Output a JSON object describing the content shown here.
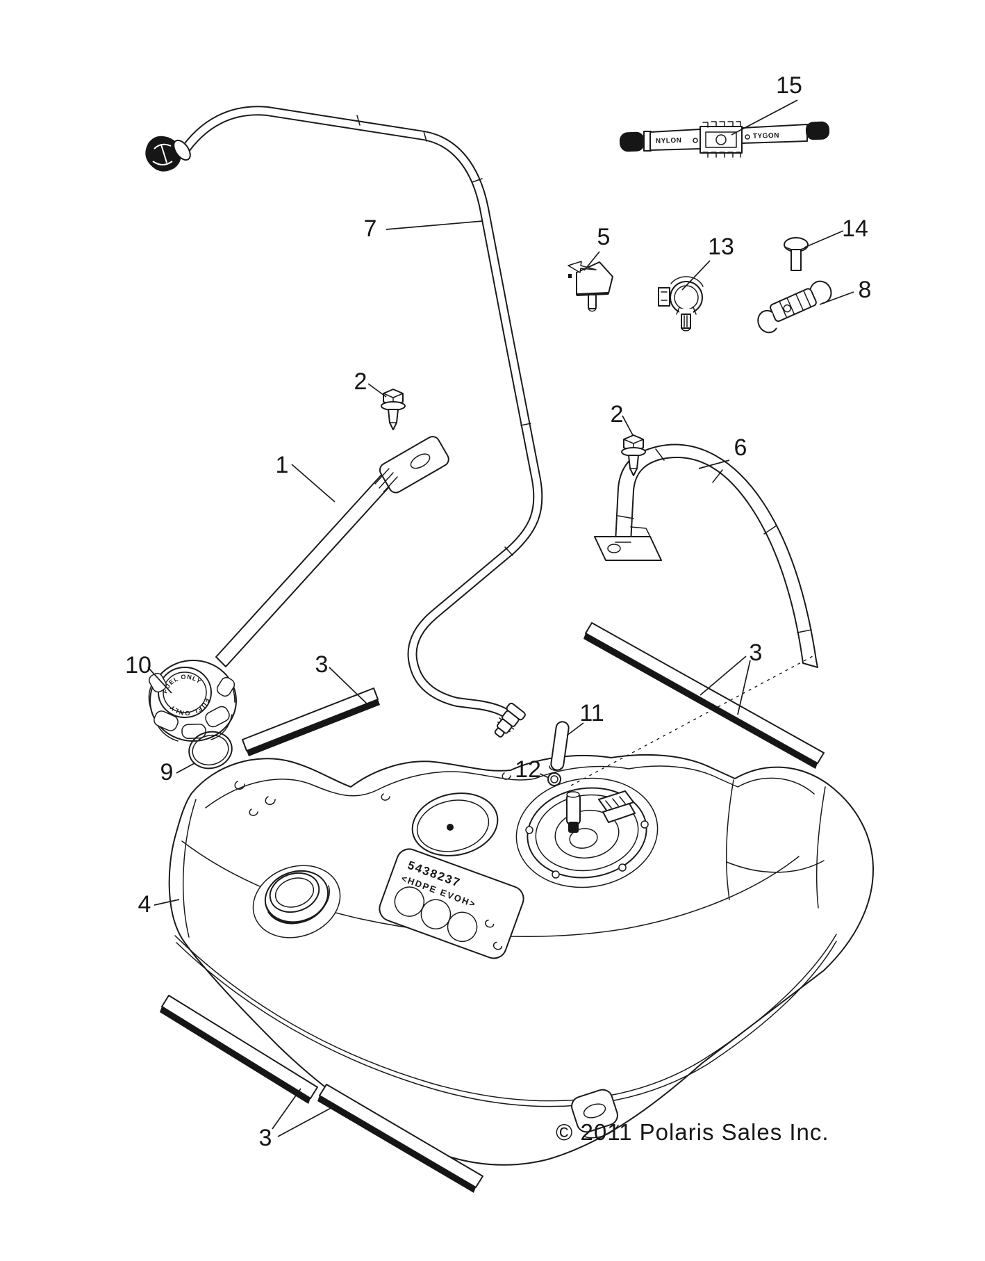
{
  "image_type": "exploded-parts-diagram",
  "copyright": "© 2011 Polaris Sales Inc.",
  "colors": {
    "line": "#1a1a1a",
    "background": "#ffffff"
  },
  "callouts": {
    "c1": "1",
    "c2a": "2",
    "c2b": "2",
    "c3a": "3",
    "c3b": "3",
    "c3c": "3",
    "c4": "4",
    "c5": "5",
    "c6": "6",
    "c7": "7",
    "c8": "8",
    "c9": "9",
    "c10": "10",
    "c11": "11",
    "c12": "12",
    "c13": "13",
    "c14": "14",
    "c15": "15"
  },
  "part_markings": {
    "tank_mold_number": "5438237",
    "tank_mold_material": "<HDPE EVOH>",
    "cap_text": "FUEL ONLY",
    "hose_print_left": "NYLON",
    "hose_print_right": "TYGON"
  }
}
